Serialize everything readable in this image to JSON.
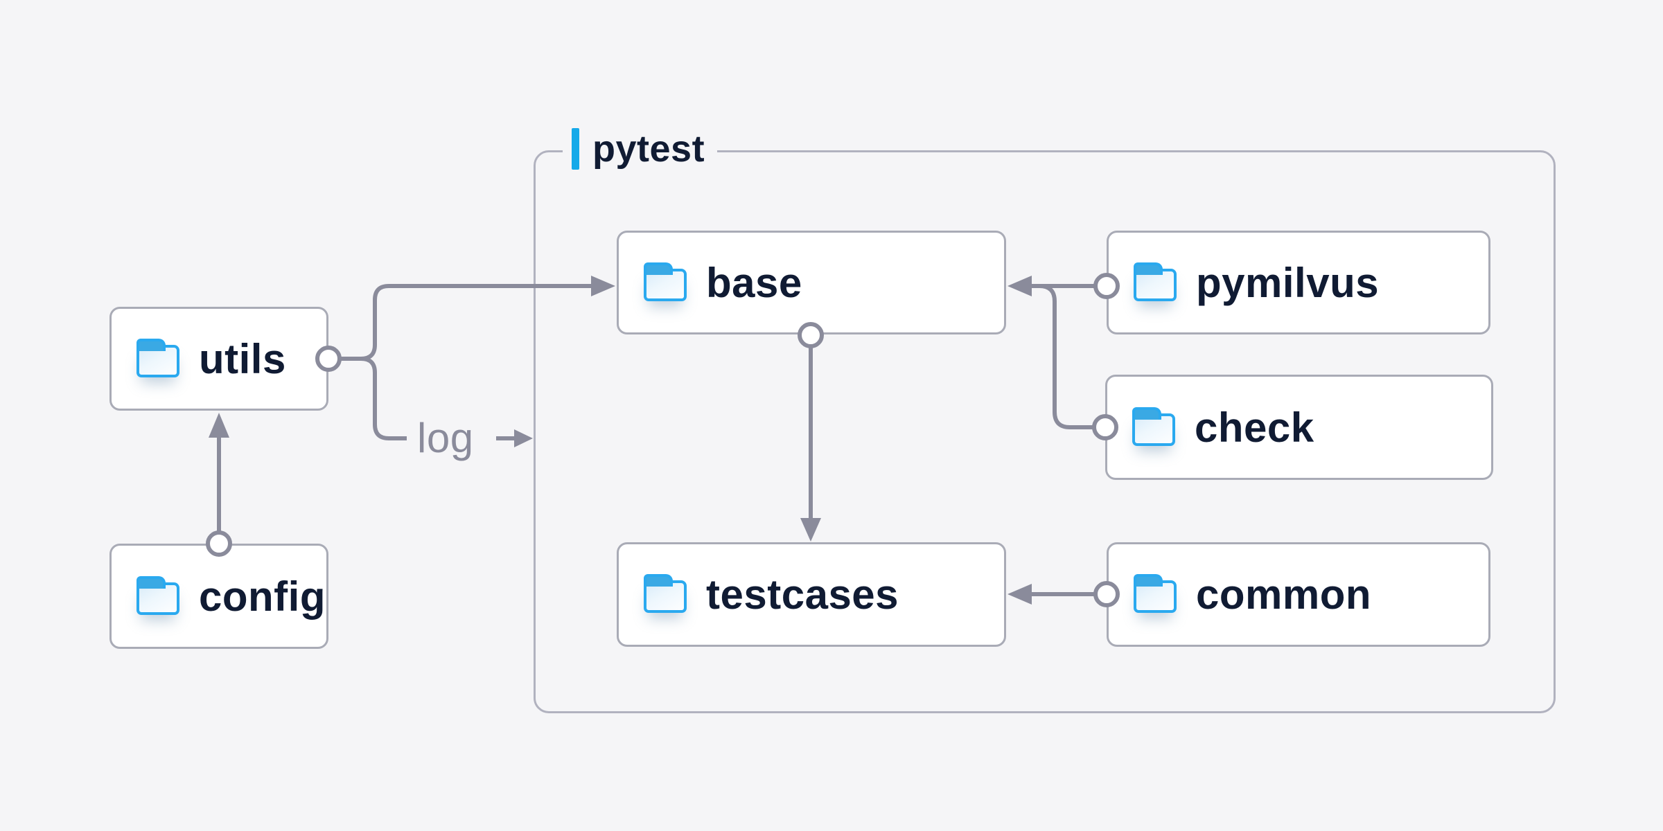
{
  "diagram": {
    "group": {
      "label": "pytest"
    },
    "nodes": [
      {
        "id": "utils",
        "label": "utils",
        "icon": "folder-icon"
      },
      {
        "id": "config",
        "label": "config",
        "icon": "folder-icon"
      },
      {
        "id": "base",
        "label": "base",
        "icon": "folder-icon"
      },
      {
        "id": "pymilvus",
        "label": "pymilvus",
        "icon": "folder-icon"
      },
      {
        "id": "check",
        "label": "check",
        "icon": "folder-icon"
      },
      {
        "id": "testcases",
        "label": "testcases",
        "icon": "folder-icon"
      },
      {
        "id": "common",
        "label": "common",
        "icon": "folder-icon"
      }
    ],
    "edges": [
      {
        "from": "config",
        "to": "utils"
      },
      {
        "from": "utils",
        "to": "base"
      },
      {
        "from": "utils",
        "to": "pytest",
        "label": "log"
      },
      {
        "from": "pymilvus",
        "to": "base"
      },
      {
        "from": "check",
        "to": "base"
      },
      {
        "from": "base",
        "to": "testcases"
      },
      {
        "from": "common",
        "to": "testcases"
      }
    ]
  },
  "colors": {
    "background": "#f5f5f7",
    "line_gray": "#8a8b9b",
    "text_dark": "#101b33",
    "box_border": "#a9abb6",
    "group_border": "#b1b2bf",
    "accent_blue": "#16a9e9",
    "folder_stroke": "#2aa9ef",
    "folder_tab": "#3aa9e4",
    "folder_fill_a": "#d9ecf9",
    "folder_fill_b": "#fdfeff",
    "label_gray": "#8a8b9b"
  }
}
